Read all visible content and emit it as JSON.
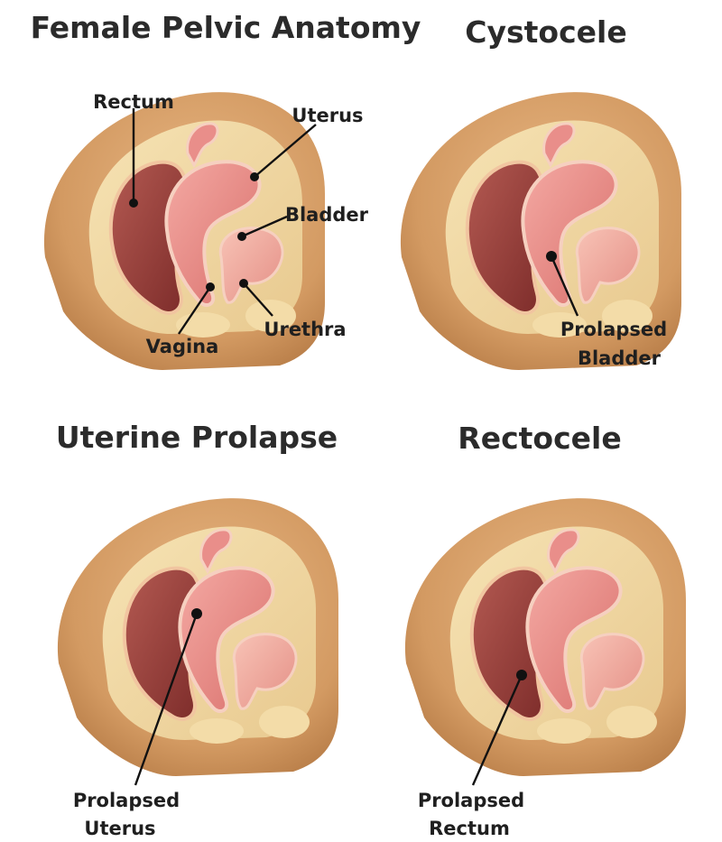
{
  "panels": [
    {
      "title": "Female Pelvic Anatomy",
      "labels": [
        "Rectum",
        "Uterus",
        "Bladder",
        "Urethra",
        "Vagina"
      ]
    },
    {
      "title": "Cystocele",
      "labels": [
        "Prolapsed",
        "Bladder"
      ]
    },
    {
      "title": "Uterine Prolapse",
      "labels": [
        "Prolapsed",
        "Uterus"
      ]
    },
    {
      "title": "Rectocele",
      "labels": [
        "Prolapsed",
        "Rectum"
      ]
    }
  ],
  "colors": {
    "skin": "#d9a36c",
    "fat": "#f2d9a0",
    "rectum": "#9a3f3a",
    "uterus": "#e98e8a",
    "bladder": "#f0a7a0"
  }
}
